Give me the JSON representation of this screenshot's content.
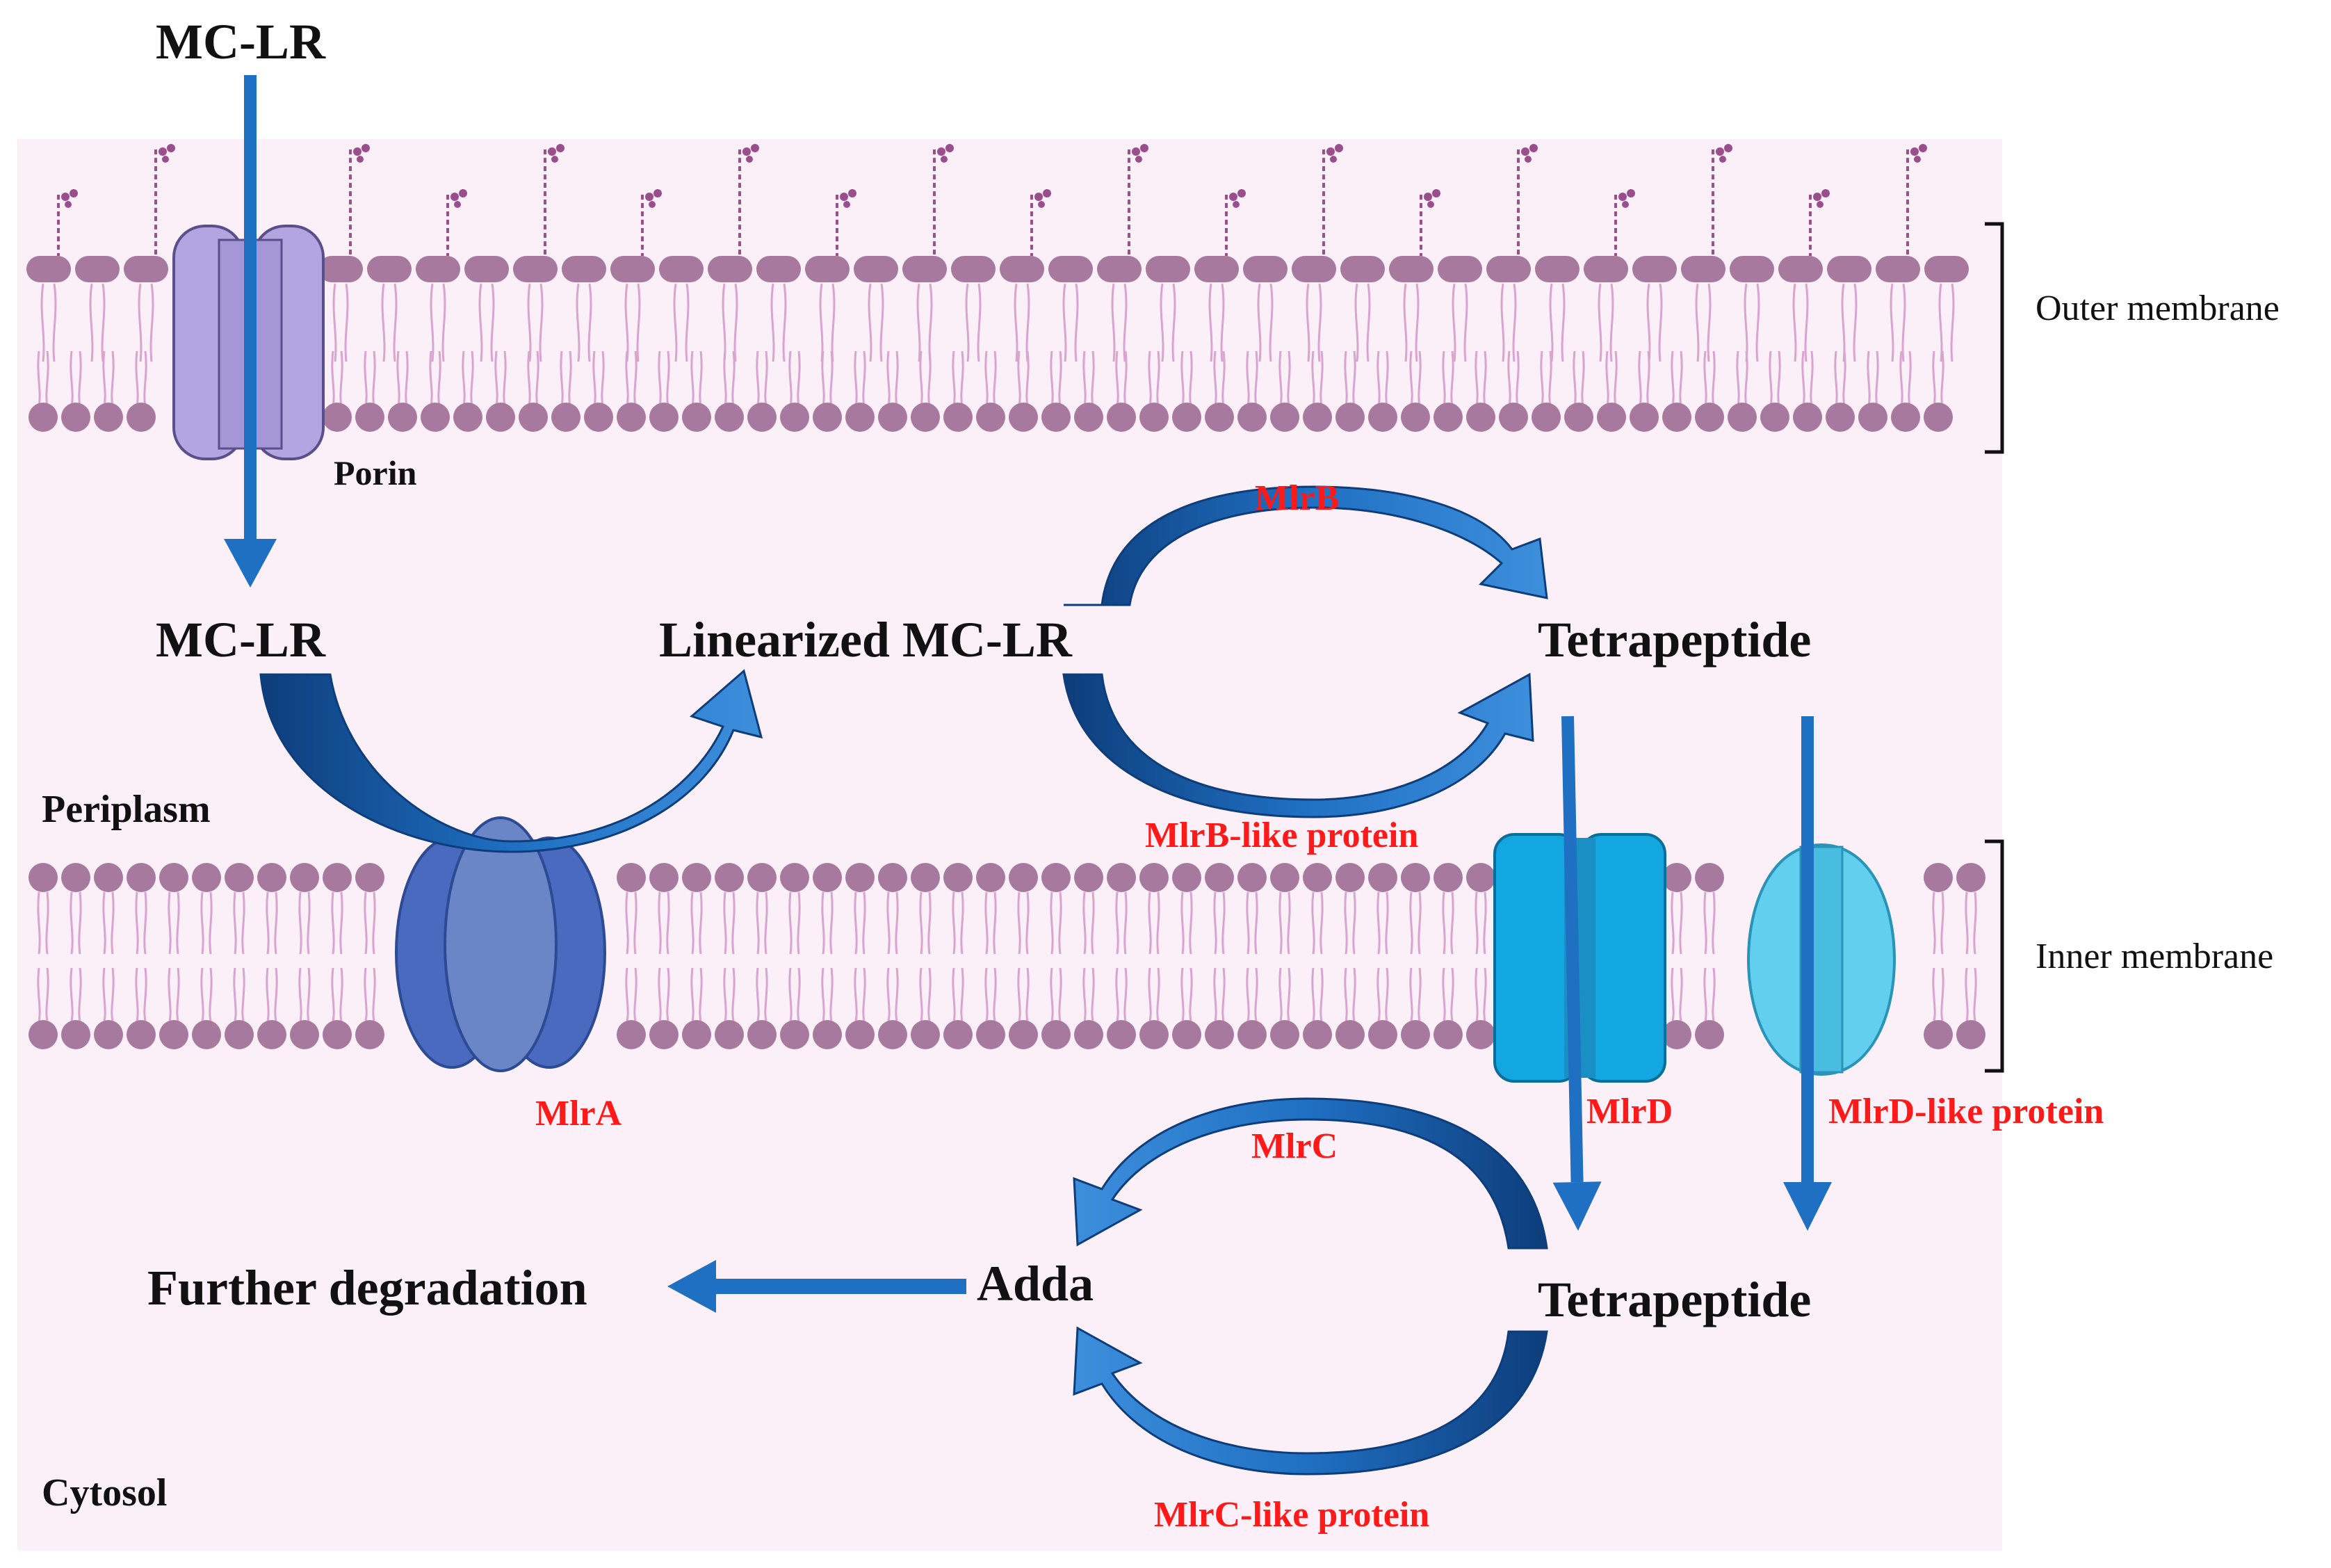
{
  "labels": {
    "mclr_top": "MC-LR",
    "mclr_periplasm": "MC-LR",
    "linearized": "Linearized MC-LR",
    "tetrapeptide_peri": "Tetrapeptide",
    "tetrapeptide_cyto": "Tetrapeptide",
    "adda": "Adda",
    "further": "Further degradation",
    "porin": "Porin",
    "periplasm": "Periplasm",
    "cytosol": "Cytosol",
    "outer_membrane": "Outer membrane",
    "inner_membrane": "Inner membrane"
  },
  "enzymes": {
    "mlrA": "MlrA",
    "mlrB": "MlrB",
    "mlrB_like": "MlrB-like protein",
    "mlrC": "MlrC",
    "mlrC_like": "MlrC-like protein",
    "mlrD": "MlrD",
    "mlrD_like": "MlrD-like protein"
  },
  "colors": {
    "cell_bg": "#fcf0f8",
    "lipid_head": "#a8799f",
    "lipid_tail": "#d9a4cf",
    "lps_chain": "#9a4f8c",
    "arrow_blue": "#1f6fc2",
    "arrow_dark": "#0d3d7a",
    "porin": "#b3a6e0",
    "mlrA": "#4a6abf",
    "mlrA_center": "#6a86c6",
    "mlrD": "#12a7e0",
    "mlrD_like": "#63cfee",
    "enzyme_text": "#ff1a1a"
  }
}
